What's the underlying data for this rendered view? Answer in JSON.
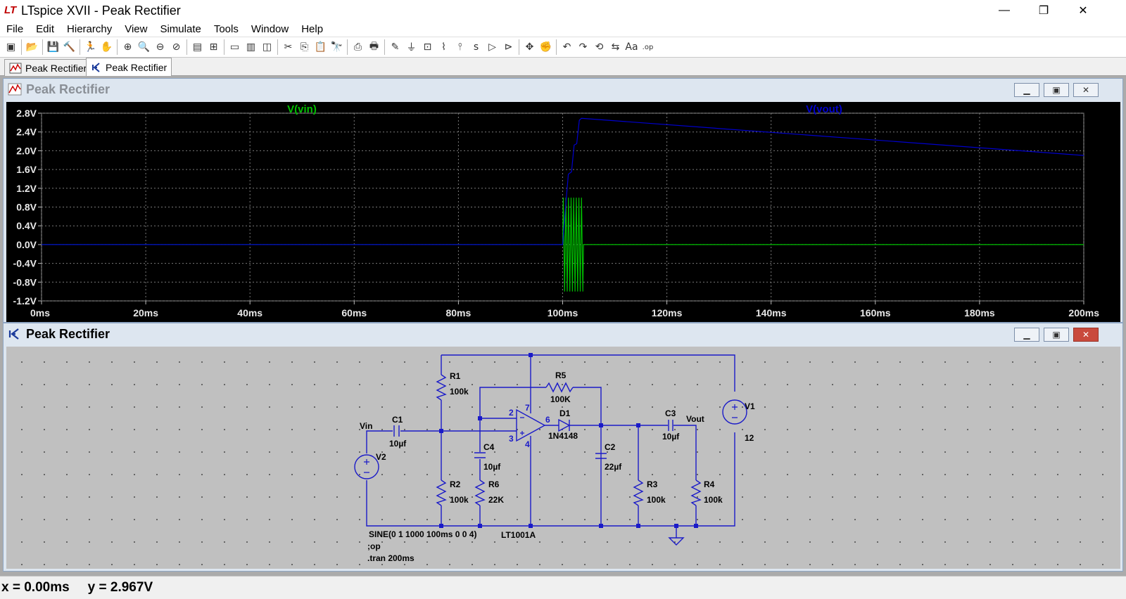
{
  "window": {
    "title": "LTspice XVII - Peak Rectifier",
    "minimize": "—",
    "maximize": "❐",
    "close": "✕"
  },
  "menu": [
    "File",
    "Edit",
    "Hierarchy",
    "View",
    "Simulate",
    "Tools",
    "Window",
    "Help"
  ],
  "toolbar_icons": [
    "new-schematic-icon",
    "open-icon",
    "save-icon",
    "control-panel-icon",
    "run-icon",
    "halt-icon",
    "zoom-in-icon",
    "zoom-area-icon",
    "zoom-out-icon",
    "zoom-cancel-icon",
    "autorange-icon",
    "fit-icon",
    "tile-horizontal-icon",
    "tile-vertical-icon",
    "cascade-icon",
    "cut-icon",
    "copy-icon",
    "paste-icon",
    "find-icon",
    "print-preview-icon",
    "print-icon",
    "wire-icon",
    "ground-icon",
    "label-net-icon",
    "resistor-icon",
    "capacitor-icon",
    "inductor-icon",
    "diode-icon",
    "component-icon",
    "move-icon",
    "drag-icon",
    "undo-icon",
    "redo-icon",
    "rotate-icon",
    "mirror-icon",
    "text-icon",
    "spice-directive-icon"
  ],
  "toolbar_glyphs": [
    "▣",
    "📂",
    "💾",
    "🔨",
    "🏃",
    "✋",
    "⊕",
    "🔍",
    "⊖",
    "⊘",
    "▤",
    "⊞",
    "▭",
    "▥",
    "◫",
    "✂",
    "⎘",
    "📋",
    "🔭",
    "⎙",
    "🖶",
    "✎",
    "⏚",
    "⊡",
    "⌇",
    "⫯",
    "ꜱ",
    "▷",
    "⊳",
    "✥",
    "✊",
    "↶",
    "↷",
    "⟲",
    "⇆",
    "Aa",
    ".op"
  ],
  "tabs": [
    {
      "label": "Peak Rectifier",
      "icon": "waveform-icon",
      "active": false
    },
    {
      "label": "Peak Rectifier",
      "icon": "schematic-icon",
      "active": true
    }
  ],
  "plot_window": {
    "title": "Peak Rectifier"
  },
  "schematic_window": {
    "title": "Peak Rectifier"
  },
  "chart_data": {
    "type": "line",
    "title": "",
    "xlabel": "",
    "ylabel": "",
    "x_ticks": [
      "0ms",
      "20ms",
      "40ms",
      "60ms",
      "80ms",
      "100ms",
      "120ms",
      "140ms",
      "160ms",
      "180ms",
      "200ms"
    ],
    "y_ticks": [
      "2.8V",
      "2.4V",
      "2.0V",
      "1.6V",
      "1.2V",
      "0.8V",
      "0.4V",
      "0.0V",
      "-0.4V",
      "-0.8V",
      "-1.2V"
    ],
    "xlim": [
      0,
      200
    ],
    "ylim": [
      -1.2,
      2.8
    ],
    "grid": true,
    "background": "#000000",
    "series": [
      {
        "name": "V(vin)",
        "color": "#00c000",
        "x": [
          0,
          100,
          100.125,
          100.375,
          100.625,
          100.875,
          101.125,
          101.375,
          101.625,
          101.875,
          102.125,
          102.375,
          102.625,
          102.875,
          103.125,
          103.375,
          103.625,
          103.875,
          104,
          200
        ],
        "y": [
          0,
          0,
          1,
          -1,
          1,
          -1,
          1,
          -1,
          1,
          -1,
          1,
          -1,
          1,
          -1,
          1,
          -1,
          1,
          -1,
          0,
          0
        ]
      },
      {
        "name": "V(vout)",
        "color": "#0000cc",
        "x": [
          0,
          100,
          100.6,
          101.1,
          101.7,
          102.2,
          102.7,
          103.2,
          103.6,
          200
        ],
        "y": [
          0,
          0,
          0.85,
          1.5,
          1.55,
          2.12,
          2.15,
          2.65,
          2.69,
          1.9
        ]
      }
    ]
  },
  "schematic": {
    "components": {
      "R1": {
        "ref": "R1",
        "value": "100k"
      },
      "R2": {
        "ref": "R2",
        "value": "100k"
      },
      "R3": {
        "ref": "R3",
        "value": "100k"
      },
      "R4": {
        "ref": "R4",
        "value": "100k"
      },
      "R5": {
        "ref": "R5",
        "value": "100K"
      },
      "R6": {
        "ref": "R6",
        "value": "22K"
      },
      "C1": {
        "ref": "C1",
        "value": "10µf"
      },
      "C2": {
        "ref": "C2",
        "value": "22µf"
      },
      "C3": {
        "ref": "C3",
        "value": "10µf"
      },
      "C4": {
        "ref": "C4",
        "value": "10µf"
      },
      "D1": {
        "ref": "D1",
        "value": "1N4148"
      },
      "V1": {
        "ref": "V1",
        "value": "12"
      },
      "V2": {
        "ref": "V2",
        "value": "SINE(0 1 1000 100ms 0 0 4)"
      },
      "U1": {
        "value": "LT1001A"
      }
    },
    "net_labels": {
      "vin": "Vin",
      "vout": "Vout"
    },
    "pins": {
      "p2": "2",
      "p3": "3",
      "p4": "4",
      "p6": "6",
      "p7": "7"
    },
    "directives": {
      "op": ";op",
      "tran": ".tran 200ms"
    }
  },
  "status": {
    "x": "x = 0.00ms",
    "y": "y = 2.967V"
  }
}
